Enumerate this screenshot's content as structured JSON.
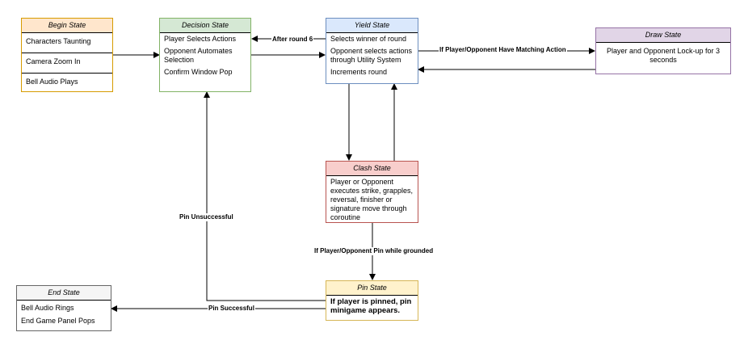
{
  "colors": {
    "begin": "#ffe6cc",
    "begin_border": "#d79b00",
    "decision": "#d5e8d4",
    "decision_border": "#82b366",
    "yield": "#dae8fc",
    "yield_border": "#6c8ebf",
    "draw": "#e1d5e7",
    "draw_border": "#9673a6",
    "clash": "#f8cecc",
    "clash_border": "#b85450",
    "pin": "#fff2cc",
    "pin_border": "#d6b656",
    "end": "#f5f5f5",
    "end_border": "#666666"
  },
  "nodes": {
    "begin": {
      "title": "Begin State",
      "items": [
        "Characters Taunting",
        "Camera Zoom In",
        "Bell Audio Plays"
      ]
    },
    "decision": {
      "title": "Decision State",
      "items": [
        "Player Selects Actions",
        "Opponent Automates Selection",
        "Confirm Window Pop"
      ]
    },
    "yield": {
      "title": "Yield State",
      "items": [
        "Selects winner of round",
        "Opponent selects actions through Utility System",
        "Increments round"
      ]
    },
    "draw": {
      "title": "Draw State",
      "items": [
        "Player and Opponent Lock-up for 3 seconds"
      ]
    },
    "clash": {
      "title": "Clash State",
      "items": [
        "Player or Opponent executes strike, grapples, reversal, finisher or signature move through coroutine"
      ]
    },
    "pin": {
      "title": "Pin State",
      "items": [
        "If player is pinned, pin minigame appears."
      ]
    },
    "end": {
      "title": "End State",
      "items": [
        "Bell Audio Rings",
        "End Game Panel Pops"
      ]
    }
  },
  "edges": {
    "after_round_6": "After round 6",
    "matching_action": "If Player/Opponent Have Matching Action",
    "pin_unsuccessful": "Pin Unsuccessful",
    "pin_grounded": "If Player/Opponent Pin while grounded",
    "pin_successful": "Pin Successful"
  }
}
